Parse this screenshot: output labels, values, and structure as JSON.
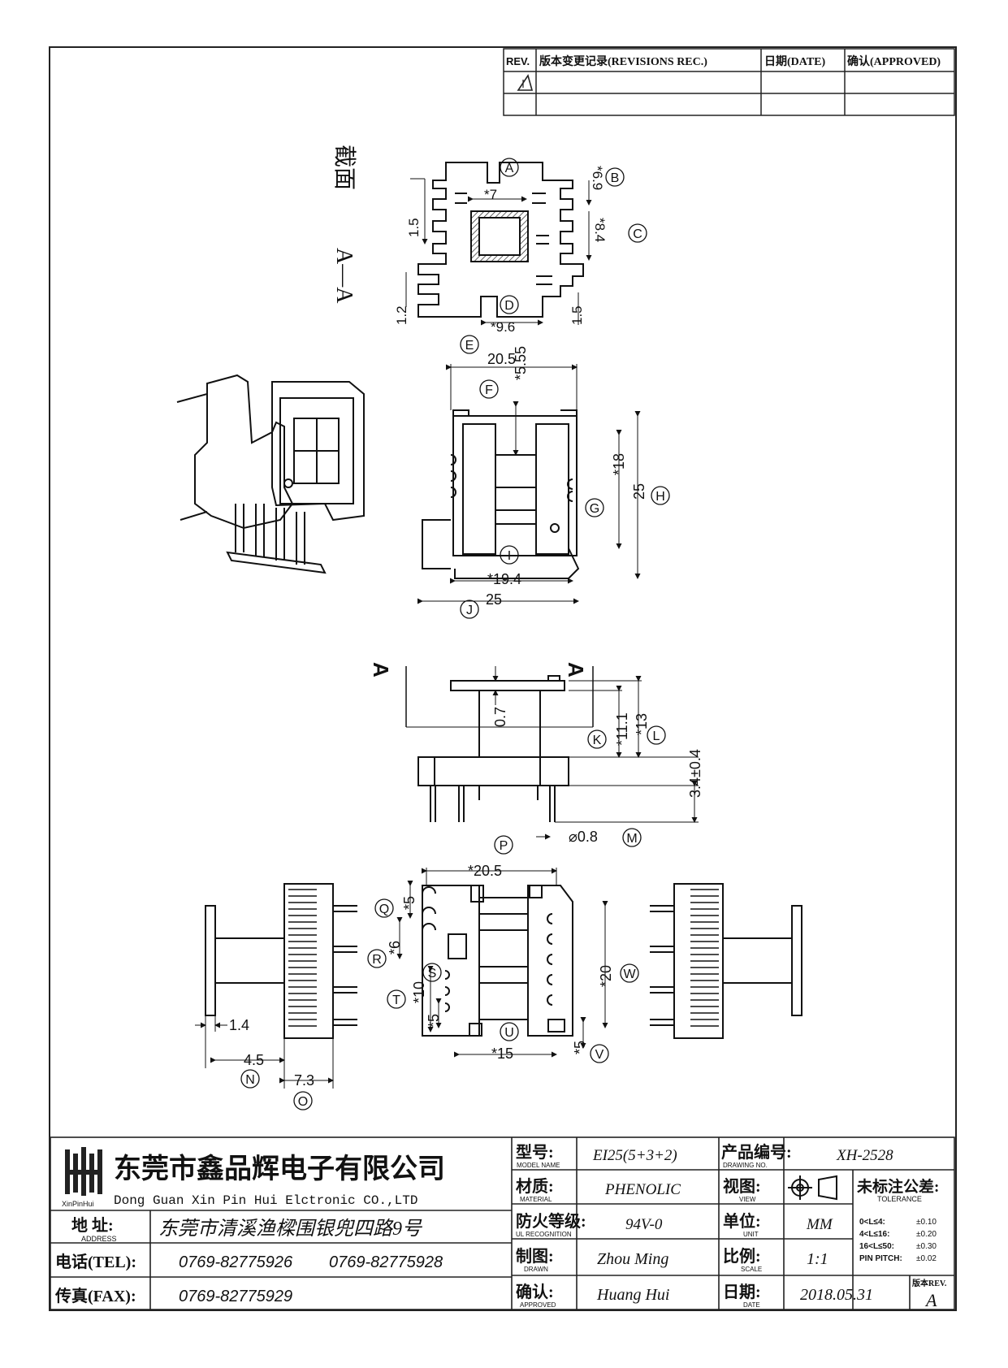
{
  "revisions": {
    "headers": {
      "rev": "REV.",
      "record": "版本变更记录(REVISIONS REC.)",
      "date": "日期(DATE)",
      "approved": "确认(APPROVED)"
    }
  },
  "section": {
    "title": "截面",
    "name": "A—A",
    "arrow_label": "A"
  },
  "callouts": [
    "A",
    "B",
    "C",
    "D",
    "E",
    "F",
    "G",
    "H",
    "I",
    "J",
    "K",
    "L",
    "M",
    "N",
    "O",
    "P",
    "Q",
    "R",
    "S",
    "T",
    "U",
    "V",
    "W"
  ],
  "dims": {
    "d_star7": "*7",
    "d_star69": "*6.9",
    "d_15a": "1.5",
    "d_star84": "*8.4",
    "d_12": "1.2",
    "d_star96": "*9.6",
    "d_15b": "1.5",
    "d_205": "20.5",
    "d_star555": "*5.55",
    "d_star18": "*18",
    "d_25h": "25",
    "d_star194": "*19.4",
    "d_25w": "25",
    "d_07": "0.7",
    "d_star111": "*11.1",
    "d_star13": "*13",
    "d_34": "3.4±0.4",
    "d_phi08": "⌀0.8",
    "d_star205": "*20.5",
    "d_star5a": "*5",
    "d_star6": "*6",
    "d_star10": "*10",
    "d_star5b": "*5",
    "d_star20": "*20",
    "d_star15": "*15",
    "d_star5c": "*5",
    "d_14": "1.4",
    "d_45": "4.5",
    "d_73": "7.3"
  },
  "title_block": {
    "company_cn": "东莞市鑫品辉电子有限公司",
    "company_en": "Dong Guan Xin Pin Hui Elctronic CO.,LTD",
    "logo_text": "XinPinHui",
    "model": {
      "label": "型号:",
      "sub": "MODEL NAME",
      "value": "EI25(5+3+2)"
    },
    "drawing_no": {
      "label": "产品编号:",
      "sub": "DRAWING NO.",
      "value": "XH-2528"
    },
    "material": {
      "label": "材质:",
      "sub": "MATERIAL",
      "value": "PHENOLIC"
    },
    "view": {
      "label": "视图:",
      "sub": "VIEW"
    },
    "tolerance": {
      "label": "未标注公差:",
      "sub": "TOLERANCE",
      "rows": [
        {
          "range": "0<L≤4:",
          "value": "±0.10"
        },
        {
          "range": "4<L≤16:",
          "value": "±0.20"
        },
        {
          "range": "16<L≤50:",
          "value": "±0.30"
        },
        {
          "range": "PIN PITCH:",
          "value": "±0.02"
        }
      ]
    },
    "ul": {
      "label": "防火等级:",
      "sub": "UL RECOGNITION",
      "value": "94V-0"
    },
    "unit": {
      "label": "单位:",
      "sub": "UNIT",
      "value": "MM"
    },
    "drawn": {
      "label": "制图:",
      "sub": "DRAWN",
      "value": "Zhou Ming"
    },
    "scale": {
      "label": "比例:",
      "sub": "SCALE",
      "value": "1:1"
    },
    "approved": {
      "label": "确认:",
      "sub": "APPROVED",
      "value": "Huang Hui"
    },
    "date": {
      "label": "日期:",
      "sub": "DATE",
      "value": "2018.05.31"
    },
    "rev": {
      "label": "版本REV.",
      "value": "A"
    },
    "address": {
      "label": "地  址:",
      "sub": "ADDRESS",
      "value": "东莞市清溪渔樑围银兜四路9号"
    },
    "tel": {
      "label": "电话(TEL):",
      "value1": "0769-82775926",
      "value2": "0769-82775928"
    },
    "fax": {
      "label": "传真(FAX):",
      "value": "0769-82775929"
    }
  }
}
